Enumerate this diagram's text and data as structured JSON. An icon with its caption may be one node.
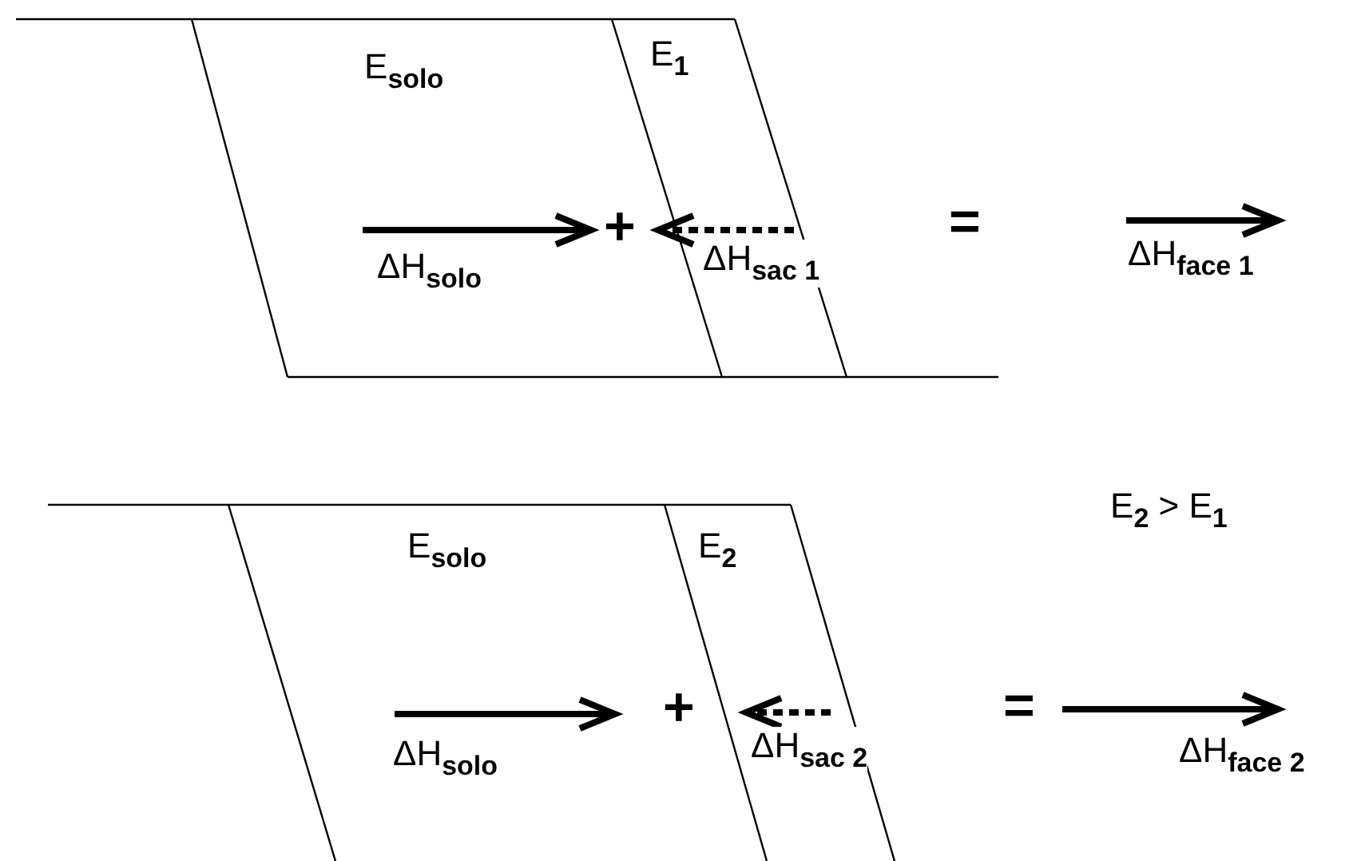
{
  "diagram": {
    "labels": [
      "E$_{solo}$",
      "E$_{1}$",
      "ΔH$_{solo}$",
      "+",
      "ΔH$_{sac 1}$",
      "=",
      "ΔH$_{face 1}$",
      "E$_{2}$ > E$_{1}$",
      "E$_{solo}$",
      "E$_{2}$",
      "ΔH$_{solo}$",
      "+",
      "ΔH$_{sac 2}$",
      "=",
      "ΔH$_{face 2}$"
    ]
  }
}
